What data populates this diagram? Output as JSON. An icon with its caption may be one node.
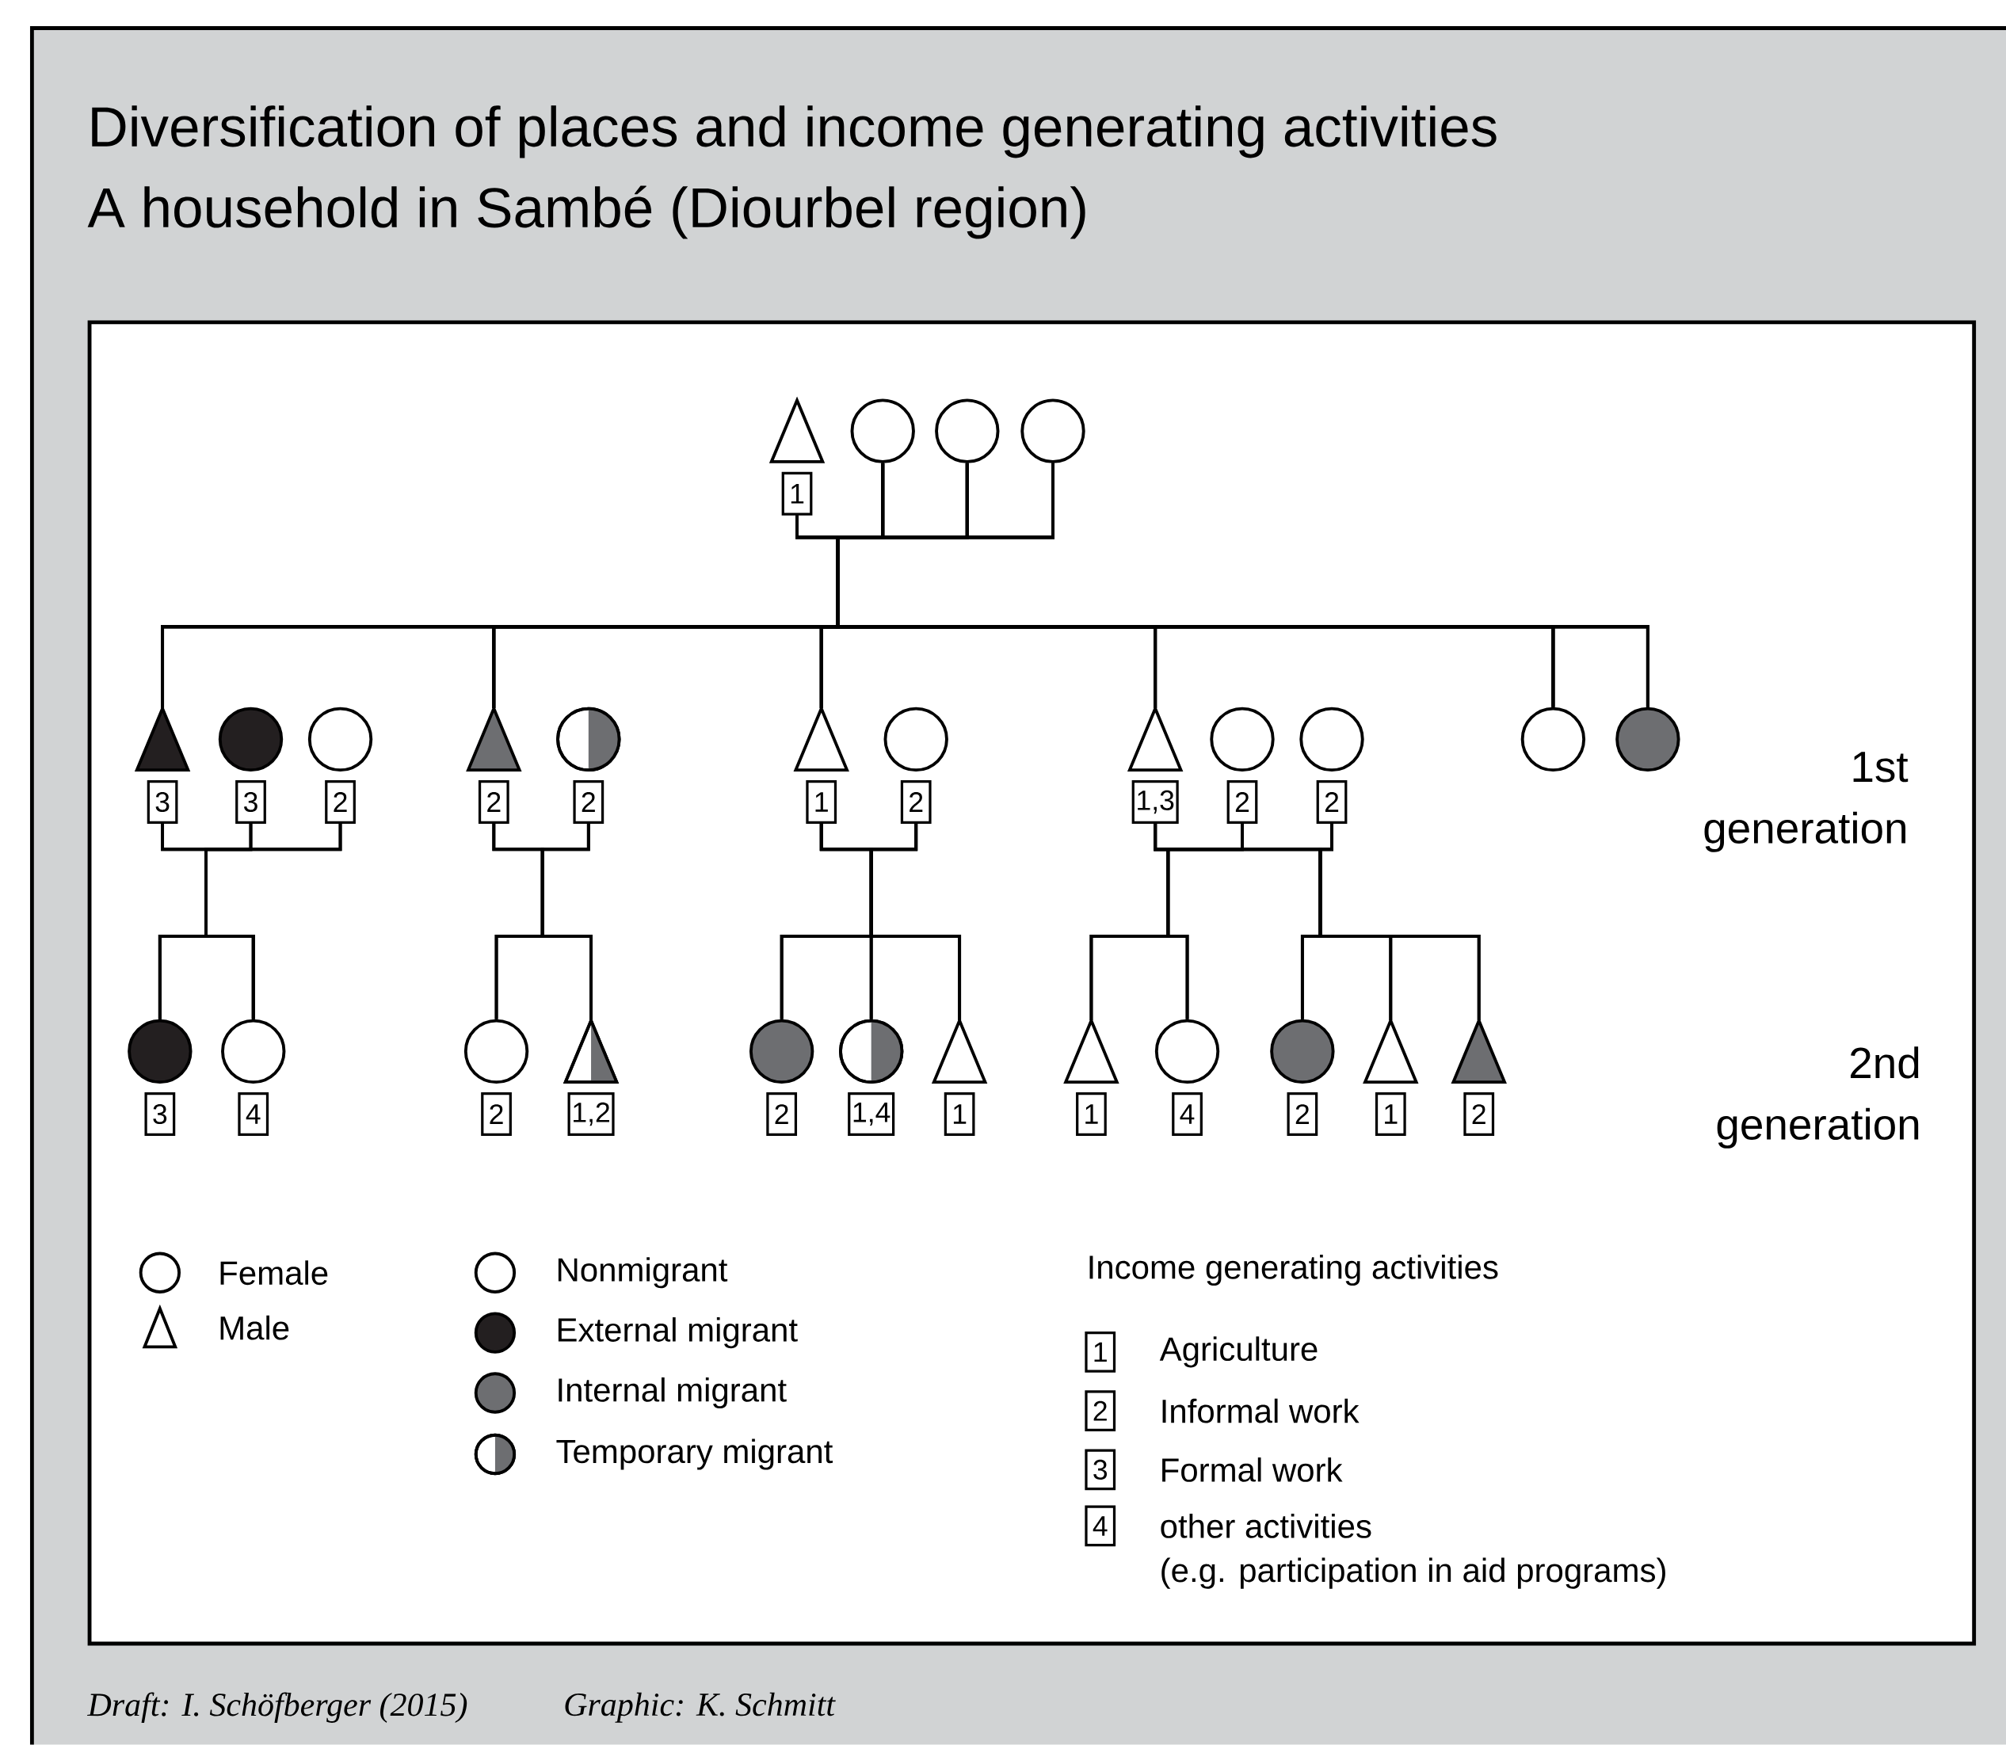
{
  "diagram": {
    "title": "Diversification of places and income generating activities",
    "caption": "Draft: I. Schöfberger (2015)",
    "nodes": [
      {
        "text": [],
        "shape": "triangle",
        "beside": [
          "1"
        ]
      },
      {
        "text": [],
        "shape": "circle"
      },
      {
        "text": [],
        "shape": "circle"
      },
      {
        "text": [],
        "shape": "circle"
      },
      {
        "text": [],
        "shape": "triangle",
        "beside": [
          "3"
        ]
      },
      {
        "text": [],
        "shape": "circle",
        "beside": [
          "3"
        ]
      },
      {
        "text": [],
        "shape": "circle",
        "beside": [
          "2"
        ]
      },
      {
        "text": [],
        "shape": "triangle",
        "beside": [
          "2"
        ]
      },
      {
        "text": [],
        "shape": "circle",
        "beside": [
          "2"
        ]
      },
      {
        "text": [],
        "shape": "triangle",
        "beside": [
          "1"
        ]
      },
      {
        "text": [],
        "shape": "circle",
        "beside": [
          "2"
        ]
      },
      {
        "text": [],
        "shape": "triangle",
        "beside": [
          "1,3"
        ]
      },
      {
        "text": [],
        "shape": "circle",
        "beside": [
          "2"
        ]
      },
      {
        "text": [],
        "shape": "circle",
        "beside": [
          "2"
        ]
      },
      {
        "text": [],
        "shape": "circle"
      },
      {
        "text": [],
        "shape": "circle"
      },
      {
        "text": [],
        "shape": "circle",
        "beside": [
          "3"
        ]
      },
      {
        "text": [],
        "shape": "circle",
        "beside": [
          "4"
        ]
      },
      {
        "text": [],
        "shape": "circle",
        "beside": [
          "2"
        ]
      },
      {
        "text": [],
        "shape": "triangle",
        "beside": [
          "1,2"
        ]
      },
      {
        "text": [],
        "shape": "circle",
        "beside": [
          "2"
        ]
      },
      {
        "text": [],
        "shape": "circle",
        "beside": [
          "1,4"
        ]
      },
      {
        "text": [],
        "shape": "triangle",
        "beside": [
          "1"
        ]
      },
      {
        "text": [],
        "shape": "triangle",
        "beside": [
          "1"
        ]
      },
      {
        "text": [],
        "shape": "circle",
        "beside": [
          "4"
        ]
      },
      {
        "text": [],
        "shape": "circle",
        "beside": [
          "2"
        ]
      },
      {
        "text": [],
        "shape": "triangle",
        "beside": [
          "1"
        ]
      },
      {
        "text": [],
        "shape": "triangle",
        "beside": [
          "2"
        ]
      }
    ],
    "edges": [
      {
        "from": 0,
        "to": 4,
        "arrow": "none"
      },
      {
        "from": 0,
        "to": 7,
        "arrow": "none"
      },
      {
        "from": 0,
        "to": 9,
        "arrow": "none"
      },
      {
        "from": 0,
        "to": 11,
        "arrow": "none"
      },
      {
        "from": 0,
        "to": 14,
        "arrow": "none"
      },
      {
        "from": 0,
        "to": 15,
        "arrow": "none"
      },
      {
        "from": 1,
        "to": 4,
        "arrow": "none"
      },
      {
        "from": 1,
        "to": 7,
        "arrow": "none"
      },
      {
        "from": 1,
        "to": 9,
        "arrow": "none"
      },
      {
        "from": 1,
        "to": 11,
        "arrow": "none"
      },
      {
        "from": 1,
        "to": 14,
        "arrow": "none"
      },
      {
        "from": 1,
        "to": 15,
        "arrow": "none"
      },
      {
        "from": 2,
        "to": 4,
        "arrow": "none"
      },
      {
        "from": 2,
        "to": 7,
        "arrow": "none"
      },
      {
        "from": 2,
        "to": 9,
        "arrow": "none"
      },
      {
        "from": 2,
        "to": 11,
        "arrow": "none"
      },
      {
        "from": 2,
        "to": 14,
        "arrow": "none"
      },
      {
        "from": 2,
        "to": 15,
        "arrow": "none"
      },
      {
        "from": 3,
        "to": 4,
        "arrow": "none"
      },
      {
        "from": 3,
        "to": 7,
        "arrow": "none"
      },
      {
        "from": 3,
        "to": 9,
        "arrow": "none"
      },
      {
        "from": 3,
        "to": 11,
        "arrow": "none"
      },
      {
        "from": 3,
        "to": 14,
        "arrow": "none"
      },
      {
        "from": 3,
        "to": 15,
        "arrow": "none"
      },
      {
        "from": 4,
        "to": 16,
        "arrow": "none"
      },
      {
        "from": 4,
        "to": 17,
        "arrow": "none"
      },
      {
        "from": 5,
        "to": 16,
        "arrow": "none"
      },
      {
        "from": 5,
        "to": 17,
        "arrow": "none"
      },
      {
        "from": 6,
        "to": 16,
        "arrow": "none"
      },
      {
        "from": 6,
        "to": 17,
        "arrow": "none"
      },
      {
        "from": 7,
        "to": 18,
        "arrow": "none"
      },
      {
        "from": 7,
        "to": 19,
        "arrow": "none"
      },
      {
        "from": 8,
        "to": 18,
        "arrow": "none"
      },
      {
        "from": 8,
        "to": 19,
        "arrow": "none"
      },
      {
        "from": 9,
        "to": 20,
        "arrow": "none"
      },
      {
        "from": 9,
        "to": 21,
        "arrow": "none"
      },
      {
        "from": 9,
        "to": 22,
        "arrow": "none"
      },
      {
        "from": 10,
        "to": 20,
        "arrow": "none"
      },
      {
        "from": 10,
        "to": 21,
        "arrow": "none"
      },
      {
        "from": 10,
        "to": 22,
        "arrow": "none"
      },
      {
        "from": 11,
        "to": 23,
        "arrow": "none"
      },
      {
        "from": 11,
        "to": 24,
        "arrow": "none"
      },
      {
        "from": 12,
        "to": 23,
        "arrow": "none"
      },
      {
        "from": 12,
        "to": 24,
        "arrow": "none"
      },
      {
        "from": 11,
        "to": 25,
        "arrow": "none"
      },
      {
        "from": 11,
        "to": 26,
        "arrow": "none"
      },
      {
        "from": 11,
        "to": 27,
        "arrow": "none"
      },
      {
        "from": 13,
        "to": 25,
        "arrow": "none"
      },
      {
        "from": 13,
        "to": 26,
        "arrow": "none"
      },
      {
        "from": 13,
        "to": 27,
        "arrow": "none"
      }
    ],
    "labels": [
      "A household in Sambé (Diourbel region)",
      "1st generation",
      "2nd generation",
      "Income generating activities",
      "1",
      "2",
      "3",
      "4",
      "(e.g. participation in aid programs)",
      "Graphic: K. Schmitt"
    ],
    "legend": [
      {
        "text": "Female"
      },
      {
        "text": "Male"
      },
      {
        "text": "Nonmigrant"
      },
      {
        "text": "External migrant"
      },
      {
        "text": "Internal migrant"
      },
      {
        "text": "Temporary migrant"
      },
      {
        "text": "Agriculture"
      },
      {
        "text": "Informal work"
      },
      {
        "text": "Formal work"
      },
      {
        "text": "other activities"
      }
    ]
  }
}
